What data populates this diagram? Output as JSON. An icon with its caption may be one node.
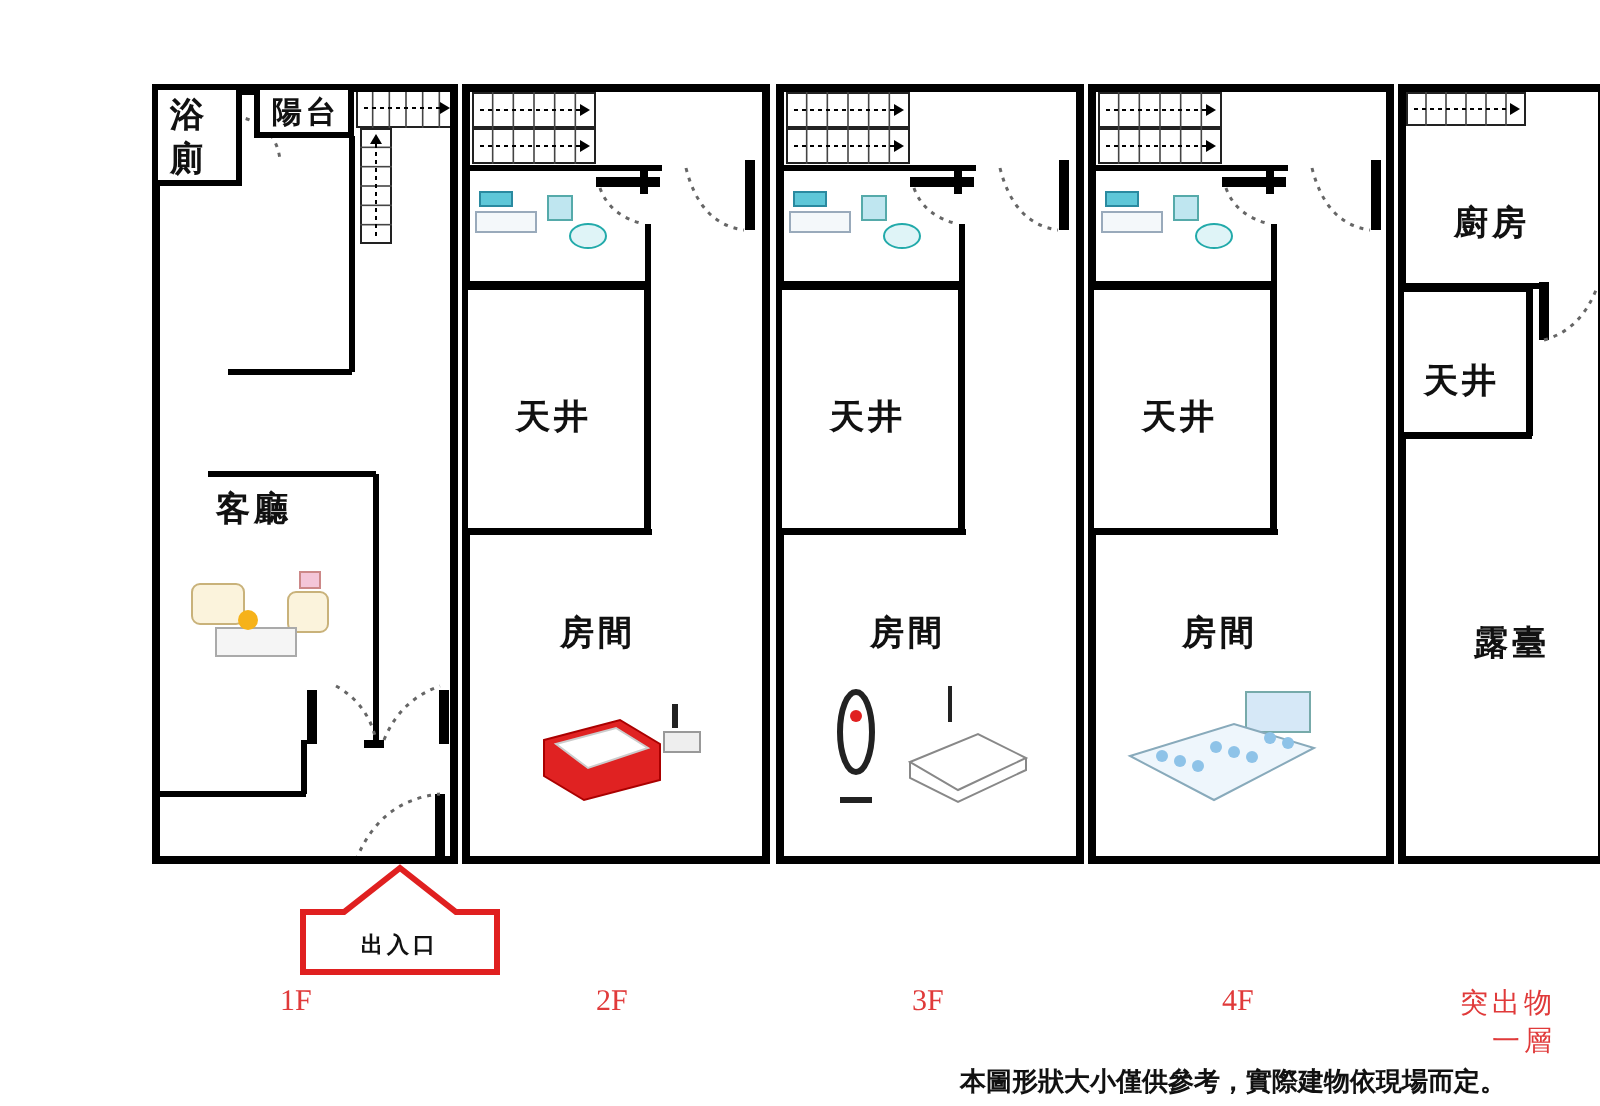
{
  "diagram": {
    "nodes": [
      {
        "text": [],
        "shape": "box"
      },
      {
        "text": [
          "浴廁"
        ],
        "in": 0
      },
      {
        "text": [
          "陽台"
        ],
        "in": 0
      },
      {
        "text": [
          "出入口"
        ]
      },
      {
        "text": [],
        "shape": "box"
      },
      {
        "text": [
          "天井"
        ],
        "in": 4
      },
      {
        "text": [],
        "shape": "box"
      },
      {
        "text": [
          "天井"
        ],
        "in": 6
      },
      {
        "text": [],
        "shape": "box"
      },
      {
        "text": [
          "天井"
        ],
        "in": 8
      },
      {
        "text": [],
        "shape": "box"
      },
      {
        "text": [
          "廚房"
        ],
        "in": 10
      },
      {
        "text": [
          "天井"
        ],
        "in": 10
      }
    ],
    "labels": [
      "客廳",
      "房間",
      "房間",
      "房間",
      "露臺",
      "1F",
      "2F",
      "3F",
      "4F",
      "突出物一層",
      "本圖形狀大小僅供參考，實際建物依現場而定。"
    ]
  }
}
